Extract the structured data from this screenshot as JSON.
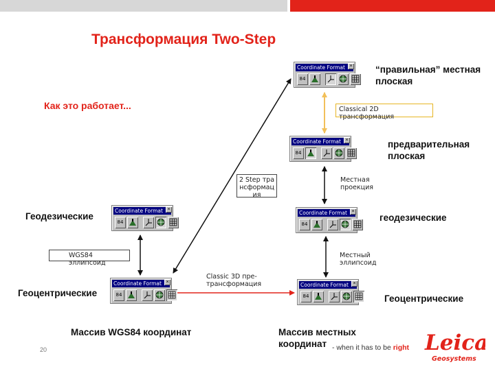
{
  "title": "Трансформация Two-Step",
  "how_it_works": "Как это работает...",
  "labels": {
    "right_plane": "“правильная” местная плоская",
    "prelim_plane": "предварительная плоская",
    "geodetic_right": "геодезические",
    "geocentric_right": "Геоцентрические",
    "geodetic_left": "Геодезические",
    "geocentric_left": "Геоцентрические",
    "wgs84_array": "Массив WGS84 координат",
    "local_array": "Массив местных координат"
  },
  "boxes": {
    "classical_2d": "Classical 2D трансформация",
    "two_step": "2 Step трансформация",
    "wgs84_ellipsoid": "WGS84 эллипсоид"
  },
  "annotations": {
    "local_projection": "Местная проекция",
    "local_ellipsoid": "Местный эллипсоид",
    "classic_3d": "Classic 3D пре-трансформация"
  },
  "widget": {
    "title": "Coordinate Format",
    "close": "×",
    "btn_84": "84"
  },
  "footer": {
    "page_number": "20",
    "tagline_prefix": "- when it has to be ",
    "tagline_emphasis": "right",
    "logo_word": "Leica",
    "logo_sub": "Geosystems"
  },
  "colors": {
    "brand_red": "#e2231a",
    "arrow_yellow": "#f2c05a",
    "window_title": "#000080"
  },
  "icons": [
    "globe-84-icon",
    "surveyor-icon",
    "axes-icon",
    "globe-grid-icon",
    "grid-icon"
  ]
}
